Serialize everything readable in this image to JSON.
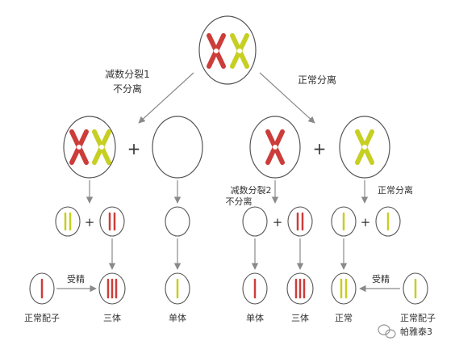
{
  "colors": {
    "red_chromosome": "#cc3d3a",
    "yellow_chromosome": "#c6cf22",
    "outline": "#555555",
    "arrow": "#8a8a8a",
    "text": "#333333"
  },
  "labels": {
    "meiosis1_nondisjunction_line1": "减数分裂1",
    "meiosis1_nondisjunction_line2": "不分离",
    "normal_separation": "正常分离",
    "meiosis2_nondisjunction_line1": "减数分裂2",
    "meiosis2_nondisjunction_line2": "不分离",
    "normal_separation_right": "正常分离",
    "fertilization_left": "受精",
    "fertilization_right": "受精",
    "plus": "+"
  },
  "results": {
    "normal_gamete_left": "正常配子",
    "trisomy_left": "三体",
    "monosomy_left": "单体",
    "monosomy_right": "单体",
    "trisomy_right": "三体",
    "normal_right": "正常",
    "normal_gamete_right": "正常配子"
  },
  "watermark": {
    "text": "帕雅泰3",
    "icon": "wechat-icon"
  }
}
